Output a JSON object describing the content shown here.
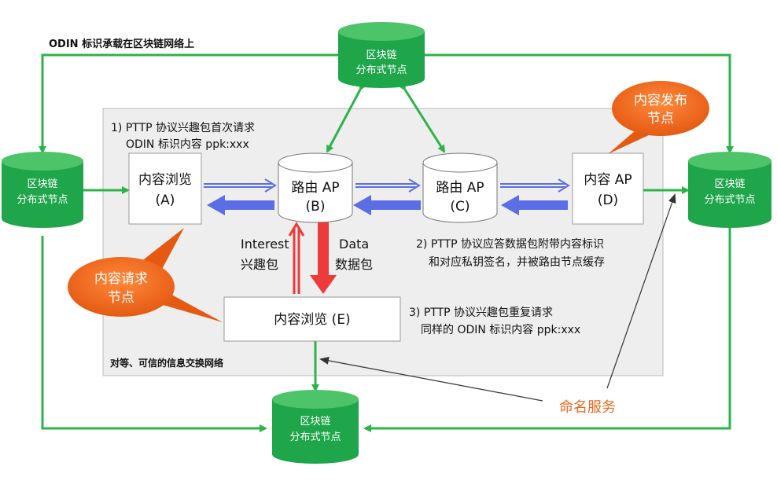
{
  "top_label": "ODIN 标识承载在区块链网络上",
  "network_label": "对等、可信的信息交换网络",
  "blockchain_node": {
    "line1": "区块链",
    "line2": "分布式节点"
  },
  "step1": {
    "line1": "1) PTTP 协议兴趣包首次请求",
    "line2": "ODIN 标识内容 ppk:xxx"
  },
  "step2": {
    "line1": "2) PTTP 协议应答数据包附带内容标识",
    "line2": "和对应私钥签名，并被路由节点缓存"
  },
  "step3": {
    "line1": "3) PTTP 协议兴趣包重复请求",
    "line2": "同样的 ODIN 标识内容 ppk:xxx"
  },
  "node_a": {
    "line1": "内容浏览",
    "line2": "(A)"
  },
  "node_b": {
    "line1": "路由 AP",
    "line2": "(B)"
  },
  "node_c": {
    "line1": "路由 AP",
    "line2": "(C)"
  },
  "node_d": {
    "line1": "内容 AP",
    "line2": "(D)"
  },
  "node_e": {
    "label": "内容浏览 (E)"
  },
  "interest_label": {
    "line1": "Interest",
    "line2": "兴趣包"
  },
  "data_label": {
    "line1": "Data",
    "line2": "数据包"
  },
  "publish_bubble": {
    "line1": "内容发布",
    "line2": "节点"
  },
  "request_bubble": {
    "line1": "内容请求",
    "line2": "节点"
  },
  "naming_service": "命名服务",
  "colors": {
    "green": "#1fa64a",
    "green_line": "#2db34a",
    "orange": "#ee6a1f",
    "blue_arrow": "#5b6ee6",
    "red_arrow": "#ee3a3a",
    "panel": "#eeeeee"
  }
}
